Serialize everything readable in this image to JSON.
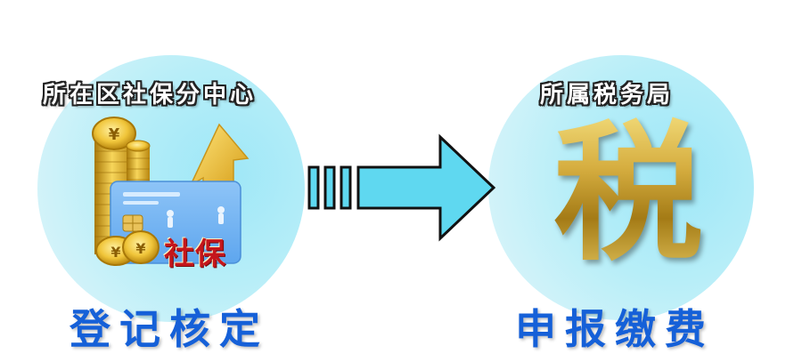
{
  "left": {
    "title": "所在区社保分中心",
    "caption": "登记核定",
    "illustration_label": "社保"
  },
  "right": {
    "title": "所属税务局",
    "caption": "申报缴费",
    "tax_glyph": "税"
  },
  "colors": {
    "caption_blue": "#1560d8",
    "circle_cyan": "#9ee7f7",
    "arrow_cyan": "#5fd8f0",
    "gold": "#d6ae40",
    "shebao_red": "#c4161c"
  },
  "icons": [
    "coin-stack-icon",
    "rising-arrow-icon",
    "social-security-card-icon",
    "flow-arrow-icon"
  ]
}
